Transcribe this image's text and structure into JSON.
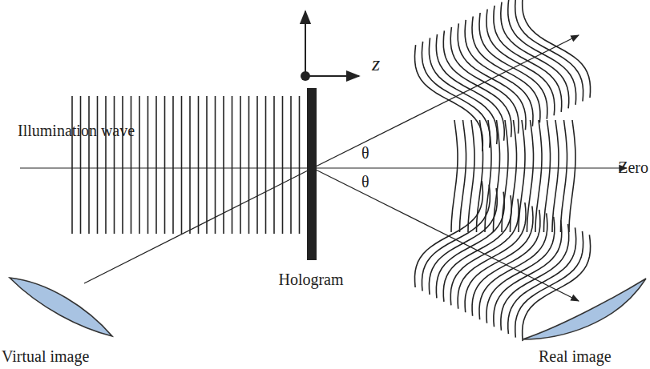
{
  "diagram": {
    "labels": [
      "Illumination wave",
      "z",
      "θ",
      "θ",
      "Zero",
      "Hologram",
      "Virtual image",
      "Real image"
    ]
  }
}
